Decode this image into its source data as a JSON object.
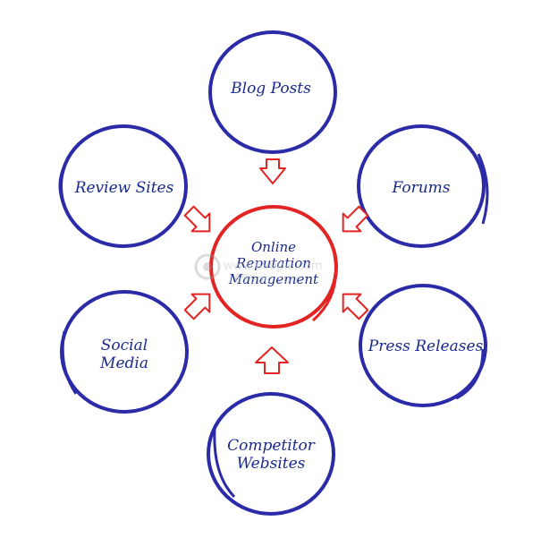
{
  "diagram": {
    "center": {
      "lines": [
        "Online",
        "Reputation",
        "Management"
      ]
    },
    "nodes": [
      {
        "id": "blog-posts",
        "lines": [
          "Blog Posts"
        ]
      },
      {
        "id": "forums",
        "lines": [
          "Forums"
        ]
      },
      {
        "id": "press-releases",
        "lines": [
          "Press Releases"
        ]
      },
      {
        "id": "competitor-websites",
        "lines": [
          "Competitor",
          "Websites"
        ]
      },
      {
        "id": "social-media",
        "lines": [
          "Social",
          "Media"
        ]
      },
      {
        "id": "review-sites",
        "lines": [
          "Review Sites"
        ]
      }
    ]
  },
  "watermark": {
    "line1": "www.699pic.com",
    "line2": "699pic.com"
  },
  "colors": {
    "node_stroke": "#2b2ba8",
    "center_stroke": "#e32424",
    "arrow_stroke": "#e32424",
    "text": "#1a2a8c"
  }
}
